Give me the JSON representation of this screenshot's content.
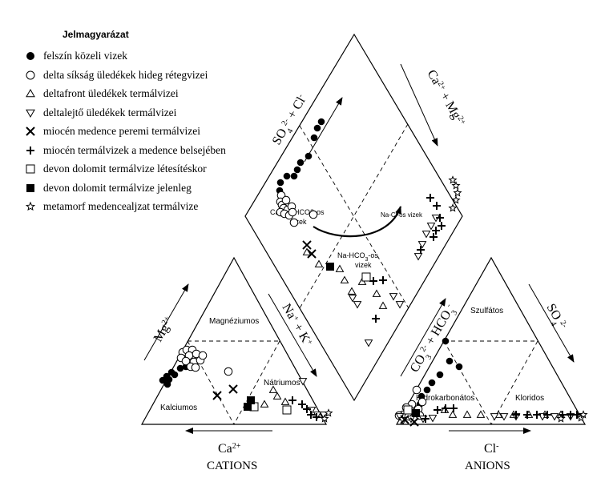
{
  "legend": {
    "title": "Jelmagyarázat",
    "items": [
      {
        "symbol": "filled-circle",
        "label": "felszín közeli vizek"
      },
      {
        "symbol": "open-circle",
        "label": "delta síkság üledékek hideg rétegvizei"
      },
      {
        "symbol": "open-triangle-up",
        "label": "deltafront üledékek termálvizei"
      },
      {
        "symbol": "open-triangle-down",
        "label": "deltalejtő üledékek termálvizei"
      },
      {
        "symbol": "x-cross",
        "label": "miocén medence peremi termálvizei"
      },
      {
        "symbol": "plus",
        "label": "miocén termálvizek a medence belsejében"
      },
      {
        "symbol": "open-square",
        "label": "devon dolomit termálvize létesítéskor"
      },
      {
        "symbol": "filled-square",
        "label": "devon dolomit termálvize jelenleg"
      },
      {
        "symbol": "open-star",
        "label": "metamorf medencealjzat termálvize"
      }
    ]
  },
  "diamond": {
    "axis_left": {
      "main": "SO",
      "sub1": "4",
      "sup1": "2-",
      "mid": " + Cl",
      "sup2": "-"
    },
    "axis_right": {
      "main": "Ca",
      "sup1": "2+",
      "mid": " + Mg",
      "sup2": "2+"
    },
    "zones": {
      "ca_mg_line1": "Ca-Mg-HCO3-os",
      "ca_mg_line2": "vizek",
      "na_cl": "Na-Cl-os vizek",
      "na_hco3_line1": "Na-HCO",
      "na_hco3_sub": "3",
      "na_hco3_suffix": "-os",
      "na_hco3_line2": "vizek"
    }
  },
  "cations": {
    "title": "CATIONS",
    "axis_bottom": {
      "main": "Ca",
      "sup": "2+"
    },
    "axis_left": {
      "main": "Mg",
      "sup": "2+"
    },
    "axis_right": {
      "main": "Na",
      "sup1": "+",
      "mid": " + K",
      "sup2": "+"
    },
    "zones": {
      "top": "Magnéziumos",
      "left": "Kalciumos",
      "right": "Nátriumos"
    }
  },
  "anions": {
    "title": "ANIONS",
    "axis_bottom": {
      "main": "Cl",
      "sup": "-"
    },
    "axis_left": {
      "main": "CO",
      "sub1": "3",
      "sup1": "2-",
      "mid": " + HCO",
      "sub2": "3",
      "sup2": "-"
    },
    "axis_right": {
      "main": "SO",
      "sub1": "4",
      "sup1": "2-"
    },
    "zones": {
      "top": "Szulfátos",
      "left": "Hidrokarbonátos",
      "right": "Kloridos"
    }
  }
}
